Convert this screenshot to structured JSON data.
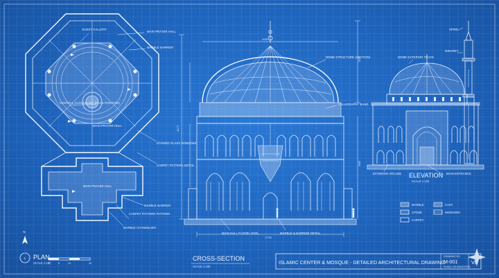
{
  "plan": {
    "title": "PLAN",
    "number": "1",
    "scale": "SCALE 1:100",
    "north": "N",
    "scale_ticks": [
      "0",
      "5",
      "10",
      "20"
    ],
    "labels": {
      "main_prayer_hall_top": "MAIN PRAYER HALL",
      "marble_barrier": "MARBLE BARRIER",
      "guest_gallery": "GUEST GALLERY",
      "central_chandelier": "CENTRAL CHANDELIER (PLAN POSITION)",
      "main_prayer_hall_mid": "MAIN PRAYER HALL",
      "stained_glass": "STAINED GLASS WINDOWS",
      "carpet_detail": "CARPET PATTERN DETAIL",
      "main_prayer_hall_low": "MAIN PRAYER HALL",
      "marble_barrier_low": "MARBLE BARRIER",
      "carpet_pattern": "CARPET PATTERN PATTERN",
      "marble_chandelier": "MARBLE CHANDELIER"
    }
  },
  "section": {
    "title": "CROSS-SECTION",
    "scale": "SCALE 1:100",
    "labels": {
      "dome_structure": "DOME STRUCTURE (SECTION)",
      "calligraphy_band": "CALLIGRAPHY BAND",
      "main_hall_floor": "MAIN HALL FLOOR LEVEL",
      "marble_barrier": "MARBLE & BARRIER DETAIL"
    }
  },
  "elevation": {
    "title": "ELEVATION",
    "scale": "SCALE 1:100",
    "labels": {
      "spire": "SPIRE",
      "minaret": "MINARET",
      "dome_exterior": "DOME EXTERIOR TRACE",
      "exterior_arcade": "EXTERIOR ARCADE",
      "main_entrance": "MAIN ENTRANCE"
    }
  },
  "legend": [
    {
      "label": "MARBLE"
    },
    {
      "label": "STONE"
    },
    {
      "label": "CARPET"
    },
    {
      "label": "CAST"
    },
    {
      "label": "WINDOWS"
    }
  ],
  "title_block": {
    "heading": "ISLAMIC CENTER & MOSQUE - DETAILED ARCHITECTURAL DRAWING",
    "drawing_label": "DRAWING NO.",
    "drawing_no": "M-001",
    "note": "SCALE: AS INDICATED",
    "sheet": "V0"
  }
}
